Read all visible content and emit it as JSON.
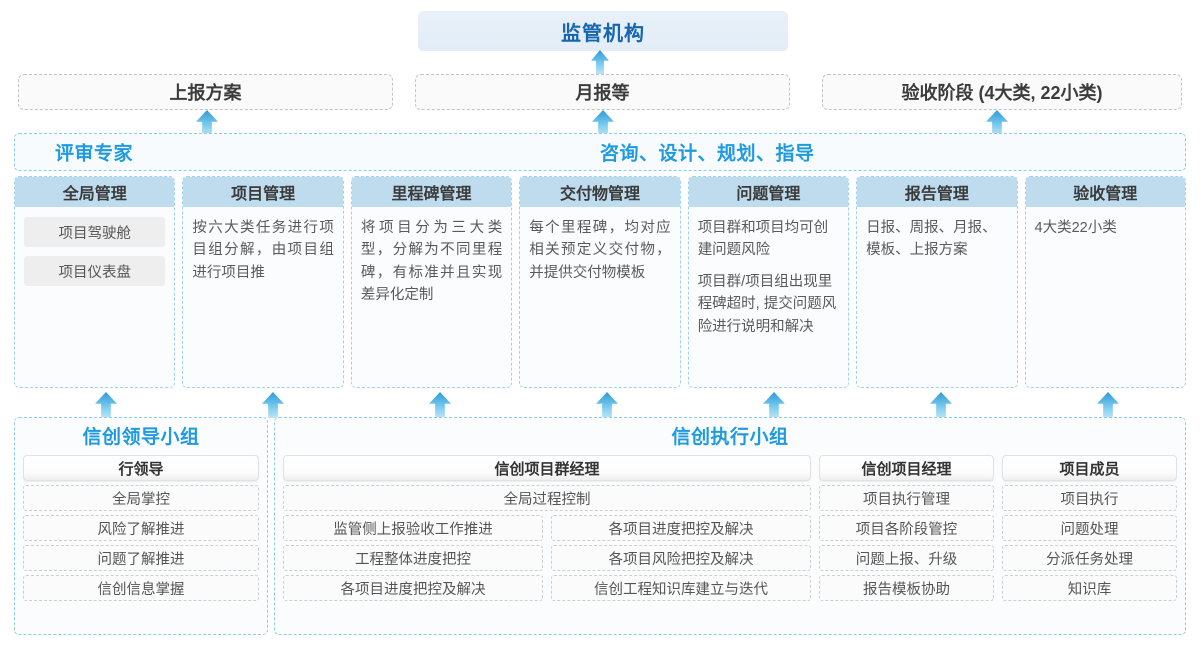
{
  "top": {
    "regulator": "监管机构",
    "reports": [
      {
        "label": "上报方案"
      },
      {
        "label": "月报等"
      },
      {
        "label": "验收阶段 (4大类, 22小类)"
      }
    ]
  },
  "consult_band": {
    "review_label": "评审专家",
    "consult_label": "咨询、设计、规划、指导"
  },
  "management": [
    {
      "title": "全局管理",
      "pills": [
        "项目驾驶舱",
        "项目仪表盘"
      ],
      "paras": []
    },
    {
      "title": "项目管理",
      "pills": [],
      "paras": [
        "按六大类任务进行项目组分解，由项目组进行项目推"
      ]
    },
    {
      "title": "里程碑管理",
      "pills": [],
      "paras": [
        "将项目分为三大类型，分解为不同里程碑，有标准并且实现差异化定制"
      ]
    },
    {
      "title": "交付物管理",
      "pills": [],
      "paras": [
        "每个里程碑，均对应相关预定义交付物，并提供交付物模板"
      ]
    },
    {
      "title": "问题管理",
      "pills": [],
      "paras": [
        "项目群和项目均可创建问题风险",
        "项目群/项目组出现里程碑超时, 提交问题风险进行说明和解决"
      ]
    },
    {
      "title": "报告管理",
      "pills": [],
      "paras": [
        "日报、周报、月报、模板、上报方案"
      ]
    },
    {
      "title": "验收管理",
      "pills": [],
      "paras": [
        "4大类22小类"
      ]
    }
  ],
  "leadership_group": {
    "title": "信创领导小组",
    "role": "行领导",
    "tasks": [
      "全局掌控",
      "风险了解推进",
      "问题了解推进",
      "信创信息掌握"
    ]
  },
  "execution_group": {
    "title": "信创执行小组",
    "program_manager": {
      "role": "信创项目群经理",
      "full_width_task": "全局过程控制",
      "left_tasks": [
        "监管侧上报验收工作推进",
        "工程整体进度把控",
        "各项目进度把控及解决"
      ],
      "right_tasks": [
        "各项目进度把控及解决",
        "各项目风险把控及解决",
        "信创工程知识库建立与迭代"
      ]
    },
    "project_manager": {
      "role": "信创项目经理",
      "tasks": [
        "项目执行管理",
        "项目各阶段管控",
        "问题上报、升级",
        "报告模板协助"
      ]
    },
    "members": {
      "role": "项目成员",
      "tasks": [
        "项目执行",
        "问题处理",
        "分派任务处理",
        "知识库"
      ]
    }
  },
  "arrows": {
    "top_row_x": [
      196,
      592,
      986
    ],
    "mid_row_x": [
      95,
      262,
      429,
      596,
      763,
      930,
      1097
    ]
  },
  "colors": {
    "accent_blue": "#1f9ae0",
    "regulator_text": "#1565b0",
    "card_header_bg": "#bfdcee",
    "arrow_top": "#2e9ad6",
    "arrow_bottom": "#bde4f7"
  }
}
